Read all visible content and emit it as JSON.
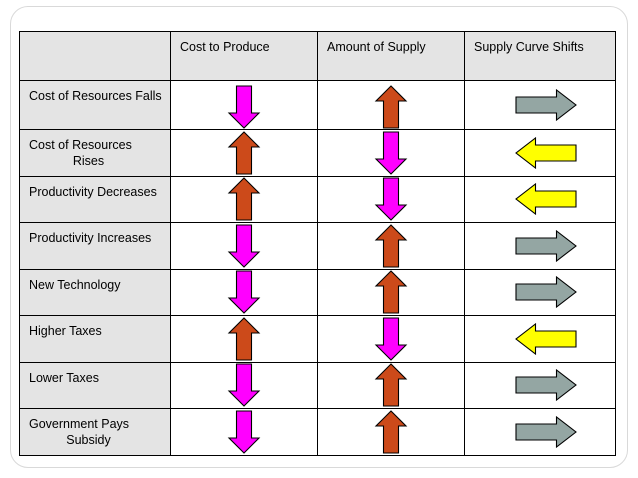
{
  "slide": {
    "border_color": "#d9d9d9"
  },
  "colors": {
    "header_fill": "#e4e4e4",
    "label_fill": "#e4e4e4",
    "cell_fill": "#ffffff",
    "grid_line": "#000000",
    "arrow_down": "#ff00ff",
    "arrow_up": "#cc4a1a",
    "arrow_right": "#94a6a3",
    "arrow_left": "#ffff00",
    "arrow_outline": "#000000",
    "text": "#000000"
  },
  "table": {
    "columns": [
      {
        "key": "factor",
        "label": ""
      },
      {
        "key": "cost",
        "label": "Cost to Produce"
      },
      {
        "key": "supply",
        "label": "Amount of Supply"
      },
      {
        "key": "shift",
        "label": "Supply Curve Shifts"
      }
    ],
    "rows": [
      {
        "label": "Cost of Resources Falls",
        "label_line2": "",
        "cost": "arrow-down-magenta-icon",
        "supply": "arrow-up-orange-icon",
        "shift": "arrow-right-gray-icon"
      },
      {
        "label": "Cost of Resources",
        "label_line2": "Rises",
        "cost": "arrow-up-orange-icon",
        "supply": "arrow-down-magenta-icon",
        "shift": "arrow-left-yellow-icon"
      },
      {
        "label": "Productivity Decreases",
        "label_line2": "",
        "cost": "arrow-up-orange-icon",
        "supply": "arrow-down-magenta-icon",
        "shift": "arrow-left-yellow-icon"
      },
      {
        "label": "Productivity Increases",
        "label_line2": "",
        "cost": "arrow-down-magenta-icon",
        "supply": "arrow-up-orange-icon",
        "shift": "arrow-right-gray-icon"
      },
      {
        "label": "New Technology",
        "label_line2": "",
        "cost": "arrow-down-magenta-icon",
        "supply": "arrow-up-orange-icon",
        "shift": "arrow-right-gray-icon"
      },
      {
        "label": "Higher Taxes",
        "label_line2": "",
        "cost": "arrow-up-orange-icon",
        "supply": "arrow-down-magenta-icon",
        "shift": "arrow-left-yellow-icon"
      },
      {
        "label": "Lower Taxes",
        "label_line2": "",
        "cost": "arrow-down-magenta-icon",
        "supply": "arrow-up-orange-icon",
        "shift": "arrow-right-gray-icon"
      },
      {
        "label": "Government Pays",
        "label_line2": "Subsidy",
        "cost": "arrow-down-magenta-icon",
        "supply": "arrow-up-orange-icon",
        "shift": "arrow-right-gray-icon"
      }
    ]
  }
}
